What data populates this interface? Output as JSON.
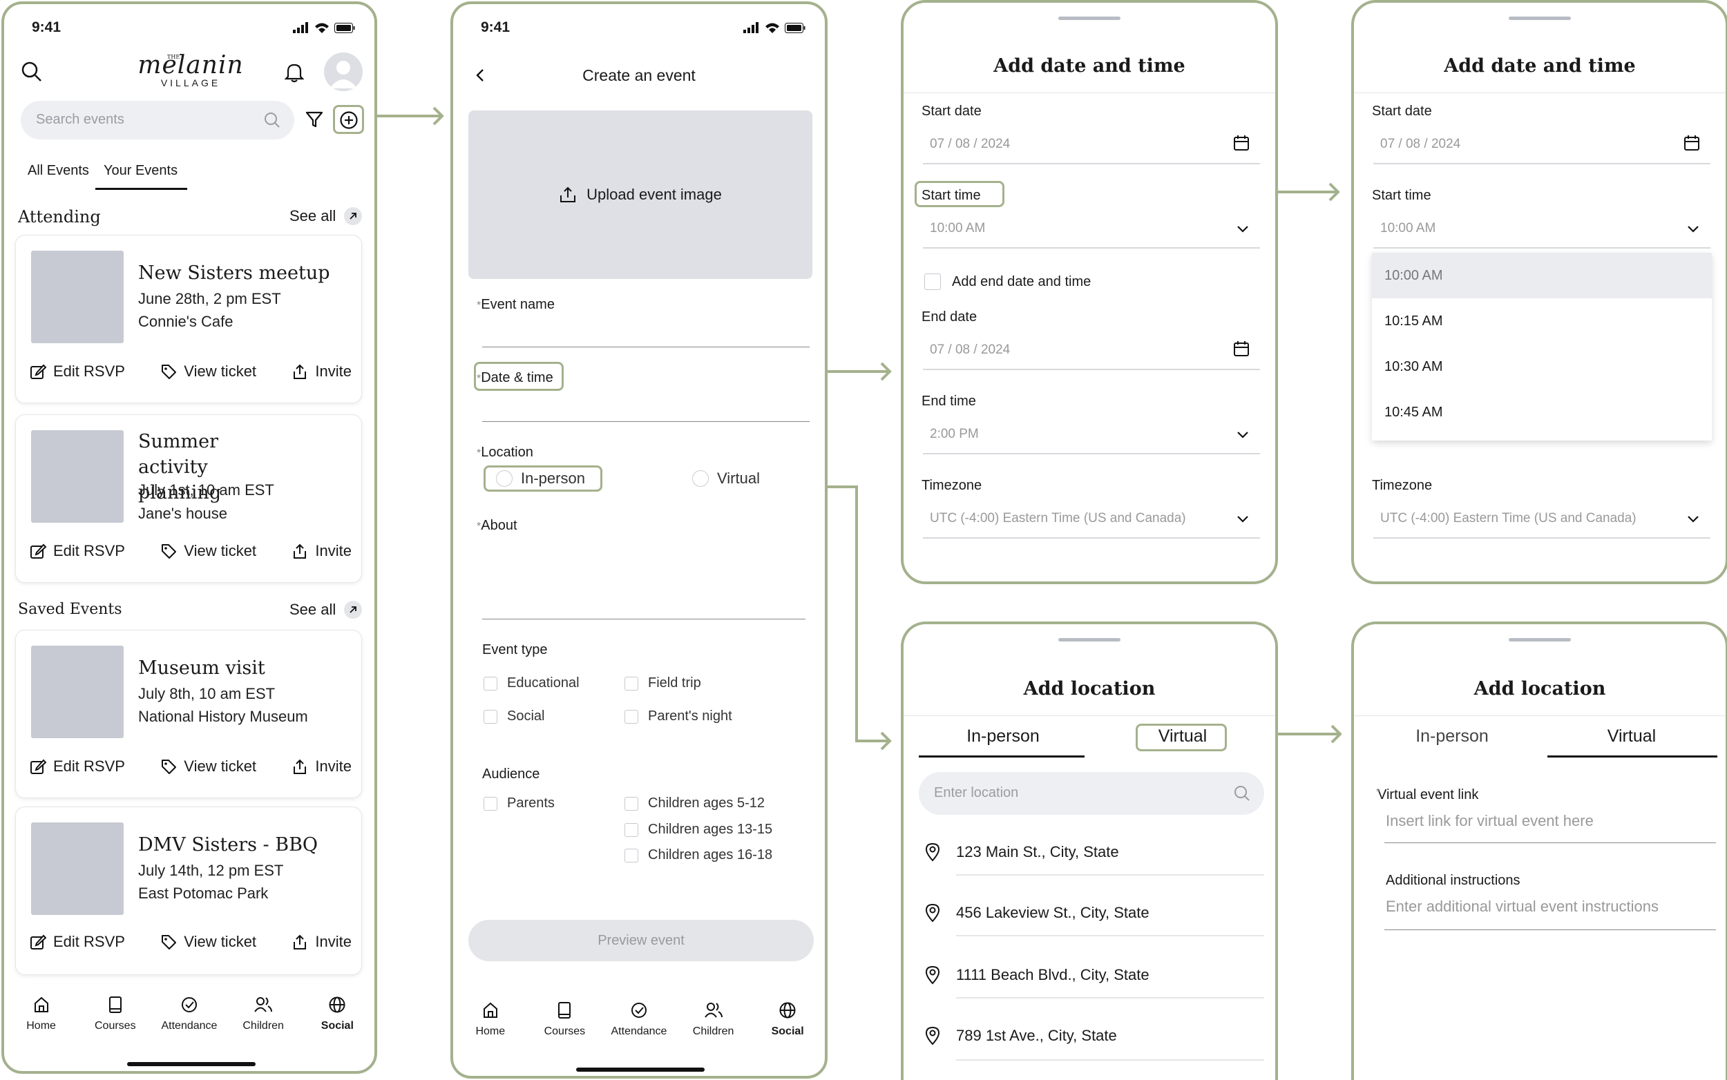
{
  "status_time": "9:41",
  "social": {
    "logo_small": "THE",
    "logo_main": "melanin",
    "logo_sub": "VILLAGE",
    "search_placeholder": "Search events",
    "tabs": [
      "All Events",
      "Your Events"
    ],
    "attending_label": "Attending",
    "saved_label": "Saved Events",
    "see_all": "See all",
    "actions": [
      "Edit RSVP",
      "View ticket",
      "Invite"
    ],
    "attending": [
      {
        "title": "New Sisters meetup",
        "date": "June 28th, 2 pm EST",
        "place": "Connie's Cafe"
      },
      {
        "title": "Summer activity planning",
        "date": "July 1st, 10 am EST",
        "place": "Jane's house"
      }
    ],
    "saved": [
      {
        "title": "Museum visit",
        "date": "July 8th, 10 am EST",
        "place": "National History Museum"
      },
      {
        "title": "DMV Sisters - BBQ",
        "date": "July 14th, 12 pm EST",
        "place": "East Potomac Park"
      }
    ]
  },
  "nav": [
    "Home",
    "Courses",
    "Attendance",
    "Children",
    "Social"
  ],
  "create": {
    "title": "Create an event",
    "upload": "Upload event image",
    "event_name": "Event name",
    "date_time": "Date & time",
    "location": "Location",
    "in_person": "In-person",
    "virtual": "Virtual",
    "about": "About",
    "asterisk": "*",
    "event_type": "Event type",
    "types": [
      "Educational",
      "Field trip",
      "Social",
      "Parent's night"
    ],
    "audience": "Audience",
    "audiences": [
      "Parents",
      "Children ages 5-12",
      "Children ages 13-15",
      "Children ages 16-18"
    ],
    "preview": "Preview event"
  },
  "datetime": {
    "title": "Add date and time",
    "start_date_label": "Start date",
    "start_date": "07 / 08 / 2024",
    "start_time_label": "Start time",
    "start_time": "10:00 AM",
    "end_check": "Add end date and time",
    "end_date_label": "End date",
    "end_date": "07 / 08 / 2024",
    "end_time_label": "End time",
    "end_time": "2:00 PM",
    "timezone_label": "Timezone",
    "timezone": "UTC (-4:00) Eastern Time (US and Canada)",
    "options": [
      "10:00 AM",
      "10:15 AM",
      "10:30 AM",
      "10:45 AM"
    ]
  },
  "location_sheet": {
    "title": "Add location",
    "tab_in_person": "In-person",
    "tab_virtual": "Virtual",
    "search_placeholder": "Enter location",
    "results": [
      "123 Main St., City, State",
      "456 Lakeview St., City, State",
      "1111 Beach Blvd., City, State",
      "789 1st Ave., City, State"
    ],
    "virtual_link_label": "Virtual event link",
    "virtual_link_placeholder": "Insert link for virtual event here",
    "instructions_label": "Additional instructions",
    "instructions_placeholder": "Enter additional virtual event instructions"
  },
  "colors": {
    "accent": "#a4b18d",
    "placeholder_gray": "#c7cad2",
    "input_bg": "#eeeff3"
  }
}
